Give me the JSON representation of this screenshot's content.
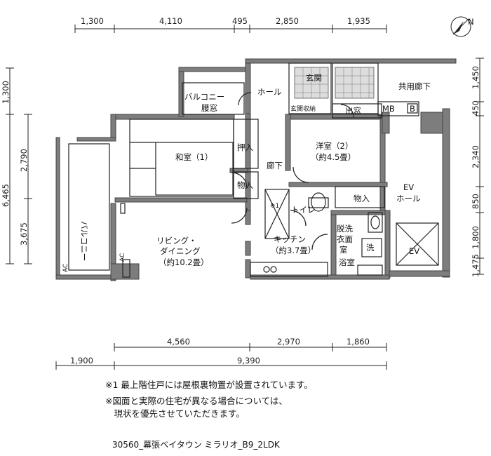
{
  "dimensions": {
    "top": [
      "1,300",
      "4,110",
      "495",
      "2,850",
      "1,935"
    ],
    "left_outer": "6,465",
    "left_inner": [
      "1,300",
      "2,790",
      "3,675"
    ],
    "right": [
      "1,450",
      "450",
      "2,340",
      "850",
      "1,800",
      "1,475"
    ],
    "bottom_row1": [
      "4,560",
      "2,970",
      "1,860"
    ],
    "bottom_row2": [
      "1,900",
      "9,390"
    ]
  },
  "rooms": {
    "balcony_storage": "バルコニー",
    "balcony_storage_sub": "腰窓",
    "hall": "ホール",
    "entrance": "玄関",
    "shoe_storage": "玄関収納",
    "common_corridor": "共用廊下",
    "window": "出窓",
    "mb": "MB",
    "mb_b": "B",
    "washitsu": "和室（1）",
    "oshiire": "押入",
    "monoire_1": "物入",
    "corridor": "廊下",
    "youshitsu": "洋室（2）",
    "youshitsu_size": "（約4.5畳）",
    "ev_hall": "EV",
    "ev_hall_sub": "ホール",
    "ev": "EV",
    "balcony": "バルコニー",
    "ac_1": "AC",
    "ac_2": "AC",
    "living": "リビング・",
    "living_2": "ダイニング",
    "living_size": "（約10.2畳）",
    "toilet": "トイレ",
    "monoire_2": "物入",
    "senmen_1": "脱洗",
    "senmen_2": "衣面",
    "senmen_3": "室",
    "sen": "洗",
    "kitchen": "キッチン",
    "kitchen_size": "（約3.7畳）",
    "bath": "浴室",
    "mark1": "※1",
    "north": "N"
  },
  "notes": {
    "line1": "※1 最上階住戸には屋根裏物置が設置されています。",
    "line2": "※図面と実際の住宅が異なる場合については、",
    "line3": "　現状を優先させていただきます。"
  },
  "reference": "30560_幕張ベイタウン ミラリオ_B9_2LDK"
}
